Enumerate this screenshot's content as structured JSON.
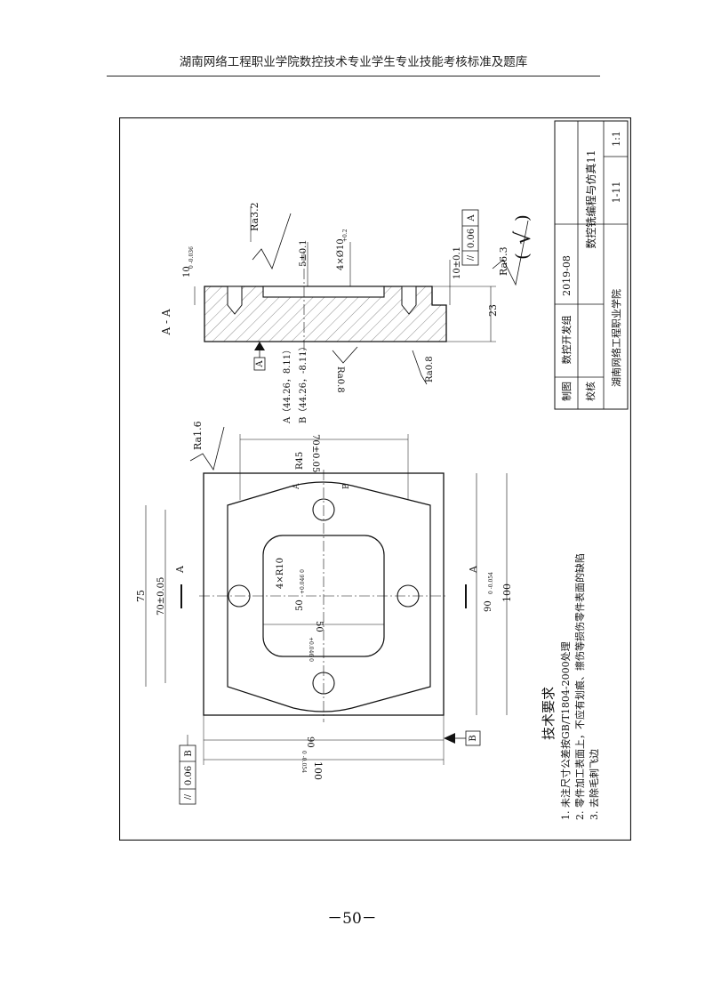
{
  "header": {
    "title": "湖南网络工程职业学院数控技术专业学生专业技能考核标准及题库"
  },
  "title_block": {
    "scale": "1:1",
    "drawing_name": "数控铣编程与仿真11",
    "drawing_no": "1-11",
    "drawn_by_label": "制图",
    "drawn_by": "数控开发组",
    "date": "2019-08",
    "checked_label": "校核",
    "school": "湖南网络工程职业学院"
  },
  "section_view": {
    "title": "A - A",
    "roughness_top": "Ra3.2",
    "roughness_bottom": "Ra0.8",
    "roughness_lower": "Ra0.8",
    "datum_a": "A",
    "dim_pocket_depth": "5±0.1",
    "dim_hole": "4×Ø10",
    "dim_hole_tol": "+0.2",
    "dim_hole_tol_low": "0",
    "dim_step": "10±0.1",
    "dim_total_height": "23",
    "dim_left_depth": "10",
    "dim_left_depth_tol": "0 -0.036",
    "fcf_symbol": "//",
    "fcf_value": "0.06",
    "fcf_datum": "A",
    "general_roughness": "Ra6.3",
    "general_roughness_bracket_open": "(",
    "general_roughness_check": "√",
    "general_roughness_bracket_close": ")"
  },
  "points": {
    "a": "A（44.26，8.11）",
    "b": "B（44.26，-8.11）"
  },
  "plan_view": {
    "roughness": "Ra1.6",
    "dim_top": "70±0.05",
    "radius": "R45",
    "point_a": "A",
    "point_b": "B",
    "dim_75": "75",
    "dim_70": "70±0.05",
    "section_a_left": "A",
    "section_a_right": "A",
    "corner_radius": "4×R10",
    "dim_50_v": "50",
    "dim_50_v_tol": "+0.046 0",
    "dim_50_h": "50",
    "dim_50_h_tol": "+0.046 0",
    "dim_90_v": "90",
    "dim_90_v_tol": "0 -0.054",
    "dim_100_v": "100",
    "dim_90_h": "90",
    "dim_90_h_tol": "0 -0.054",
    "dim_100_h": "100",
    "fcf_symbol": "//",
    "fcf_value": "0.06",
    "fcf_datum": "B",
    "datum_b": "B"
  },
  "notes": {
    "title": "技术要求",
    "items": [
      "1. 未注尺寸公差按GB/T1804-2000处理",
      "2. 零件加工表面上，不应有划痕、擦伤等损伤零件表面的缺陷",
      "3. 去除毛刺飞边"
    ]
  },
  "footer": {
    "page_number": "－50－"
  }
}
